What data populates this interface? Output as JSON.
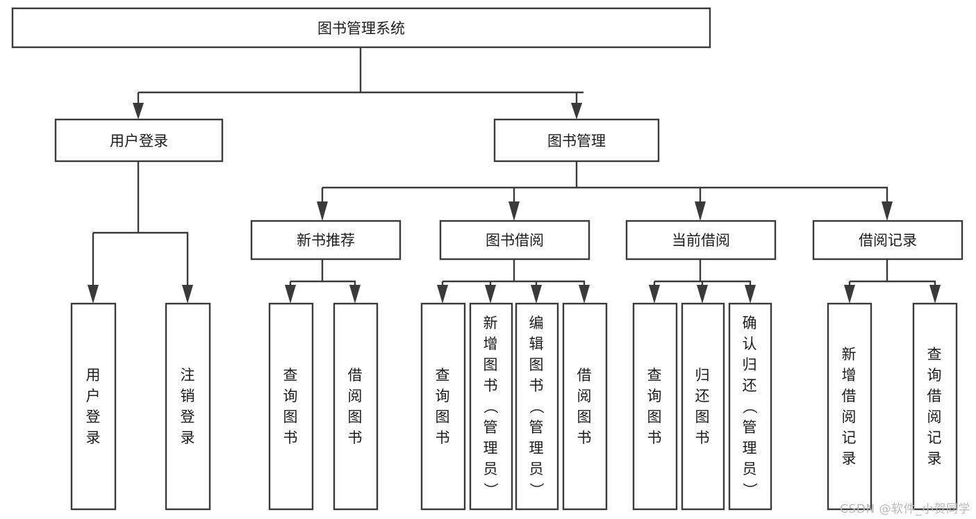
{
  "diagram": {
    "title": "图书管理系统",
    "type": "tree",
    "watermark": "CSDN @软件_小贺同学",
    "colors": {
      "stroke": "#3a3a3a",
      "fill": "#ffffff",
      "text": "#1c1c1c",
      "watermark": "#b9b9b9"
    },
    "nodes": {
      "root": {
        "label": "图书管理系统",
        "orientation": "horizontal"
      },
      "level2": [
        {
          "id": "user-login",
          "label": "用户登录",
          "orientation": "horizontal"
        },
        {
          "id": "book-manage",
          "label": "图书管理",
          "orientation": "horizontal"
        }
      ],
      "level3": [
        {
          "id": "new-book-recommend",
          "label": "新书推荐",
          "orientation": "horizontal"
        },
        {
          "id": "book-borrow",
          "label": "图书借阅",
          "orientation": "horizontal"
        },
        {
          "id": "current-borrow",
          "label": "当前借阅",
          "orientation": "horizontal"
        },
        {
          "id": "borrow-record",
          "label": "借阅记录",
          "orientation": "horizontal"
        }
      ],
      "leaves": [
        {
          "id": "leaf-user-login",
          "label": "用户登录",
          "parent": "user-login",
          "orientation": "vertical"
        },
        {
          "id": "leaf-logout",
          "label": "注销登录",
          "parent": "user-login",
          "orientation": "vertical"
        },
        {
          "id": "leaf-query-book-1",
          "label": "查询图书",
          "parent": "new-book-recommend",
          "orientation": "vertical"
        },
        {
          "id": "leaf-borrow-book-1",
          "label": "借阅图书",
          "parent": "new-book-recommend",
          "orientation": "vertical"
        },
        {
          "id": "leaf-query-book-2",
          "label": "查询图书",
          "parent": "book-borrow",
          "orientation": "vertical"
        },
        {
          "id": "leaf-add-book",
          "label": "新增图书（管理员）",
          "parent": "book-borrow",
          "orientation": "vertical"
        },
        {
          "id": "leaf-edit-book",
          "label": "编辑图书（管理员）",
          "parent": "book-borrow",
          "orientation": "vertical"
        },
        {
          "id": "leaf-borrow-book-2",
          "label": "借阅图书",
          "parent": "book-borrow",
          "orientation": "vertical"
        },
        {
          "id": "leaf-query-book-3",
          "label": "查询图书",
          "parent": "current-borrow",
          "orientation": "vertical"
        },
        {
          "id": "leaf-return-book",
          "label": "归还图书",
          "parent": "current-borrow",
          "orientation": "vertical"
        },
        {
          "id": "leaf-confirm-return",
          "label": "确认归还（管理员）",
          "parent": "current-borrow",
          "orientation": "vertical"
        },
        {
          "id": "leaf-add-record",
          "label": "新增借阅记录",
          "parent": "borrow-record",
          "orientation": "vertical"
        },
        {
          "id": "leaf-query-record",
          "label": "查询借阅记录",
          "parent": "borrow-record",
          "orientation": "vertical"
        }
      ]
    }
  }
}
